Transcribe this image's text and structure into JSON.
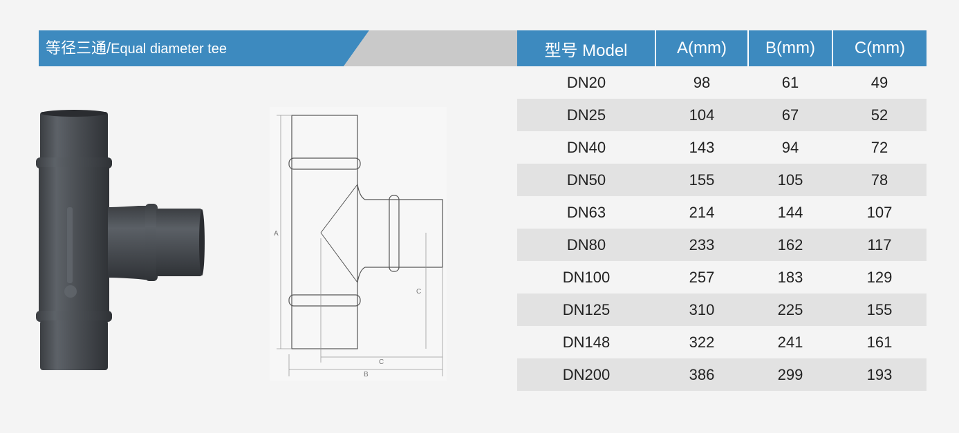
{
  "title": {
    "cn": "等径三通/",
    "en": "Equal diameter tee"
  },
  "colors": {
    "title_blue": "#3d8abf",
    "title_grey": "#c9c9c9",
    "header_blue": "#3d8abf",
    "row_alt": "#e2e2e2",
    "pipe_grey": "#4d5157"
  },
  "drawing": {
    "label_a": "A",
    "label_b": "B",
    "label_c_vertical": "C",
    "label_c_horizontal": "C"
  },
  "table": {
    "headers": [
      "型号 Model",
      "A(mm)",
      "B(mm)",
      "C(mm)"
    ],
    "rows": [
      [
        "DN20",
        "98",
        "61",
        "49"
      ],
      [
        "DN25",
        "104",
        "67",
        "52"
      ],
      [
        "DN40",
        "143",
        "94",
        "72"
      ],
      [
        "DN50",
        "155",
        "105",
        "78"
      ],
      [
        "DN63",
        "214",
        "144",
        "107"
      ],
      [
        "DN80",
        "233",
        "162",
        "117"
      ],
      [
        "DN100",
        "257",
        "183",
        "129"
      ],
      [
        "DN125",
        "310",
        "225",
        "155"
      ],
      [
        "DN148",
        "322",
        "241",
        "161"
      ],
      [
        "DN200",
        "386",
        "299",
        "193"
      ]
    ]
  }
}
